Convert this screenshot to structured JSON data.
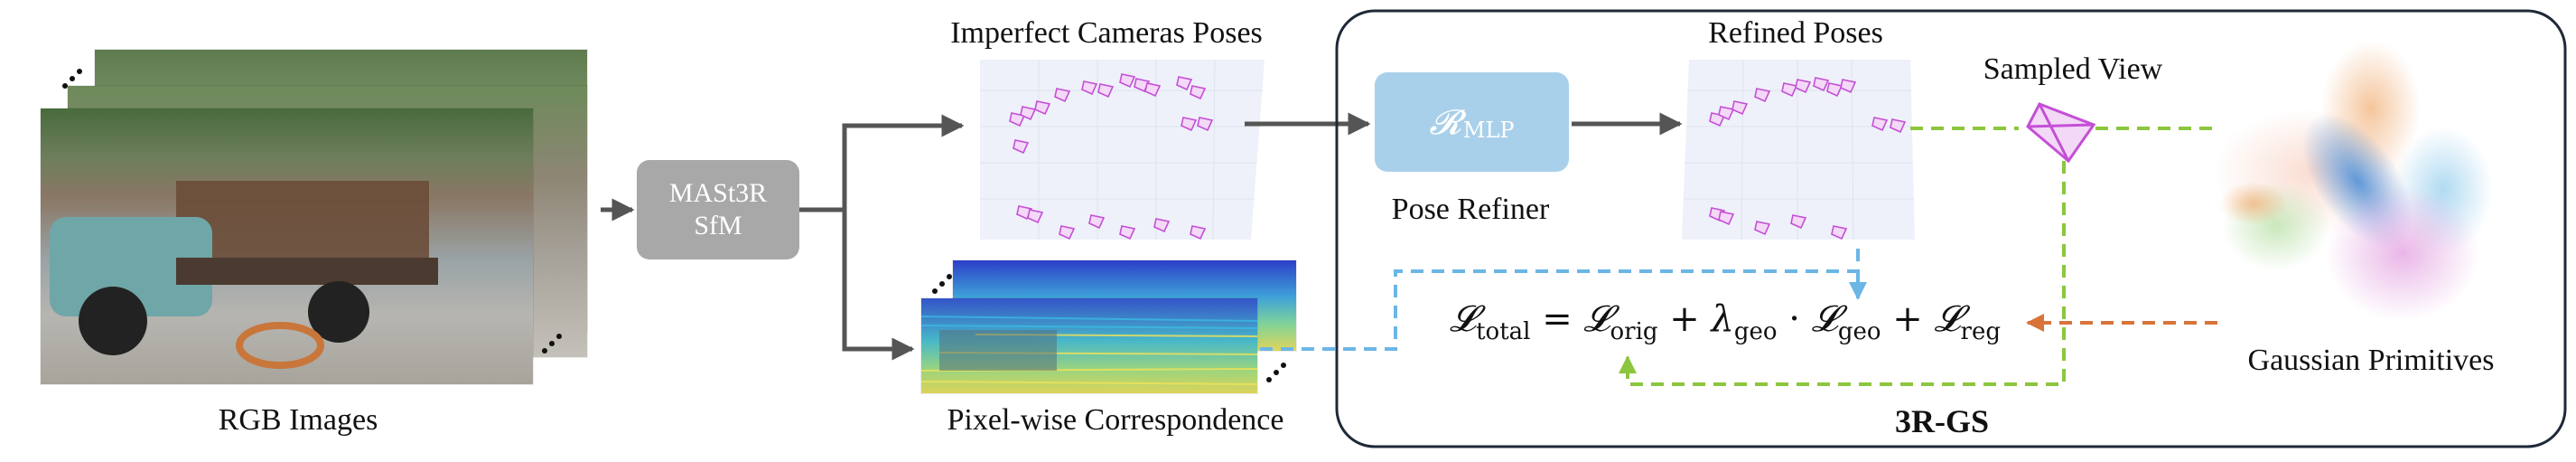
{
  "labels": {
    "rgb_images": "RGB Images",
    "mast3r": "MASt3R",
    "sfm": "SfM",
    "imperfect_poses": "Imperfect Cameras Poses",
    "pixel_correspondence": "Pixel-wise Correspondence",
    "refined_poses": "Refined Poses",
    "pose_refiner": "Pose Refiner",
    "mlp_symbol": "𝓡",
    "mlp_subscript": "MLP",
    "sampled_view": "Sampled View",
    "gaussian_primitives": "Gaussian Primitives",
    "framework_name": "3R-GS"
  },
  "equation": {
    "total_symbol": "𝓛",
    "total_sub": "total",
    "eq": "=",
    "orig_symbol": "𝓛",
    "orig_sub": "orig",
    "plus1": "+",
    "lambda": "λ",
    "lambda_sub": "geo",
    "dot": "·",
    "geo_symbol": "𝓛",
    "geo_sub": "geo",
    "plus2": "+",
    "reg_symbol": "𝓛",
    "reg_sub": "reg"
  },
  "colors": {
    "gray_box": "#a8a8a8",
    "mlp_box": "#a9d0ea",
    "arrow_dark": "#555555",
    "dashed_blue": "#6cb6e6",
    "dashed_green": "#8cc63e",
    "dashed_orange": "#d8743a",
    "camera_magenta": "#c44fd6",
    "panel_fill": "#eef1f9"
  }
}
